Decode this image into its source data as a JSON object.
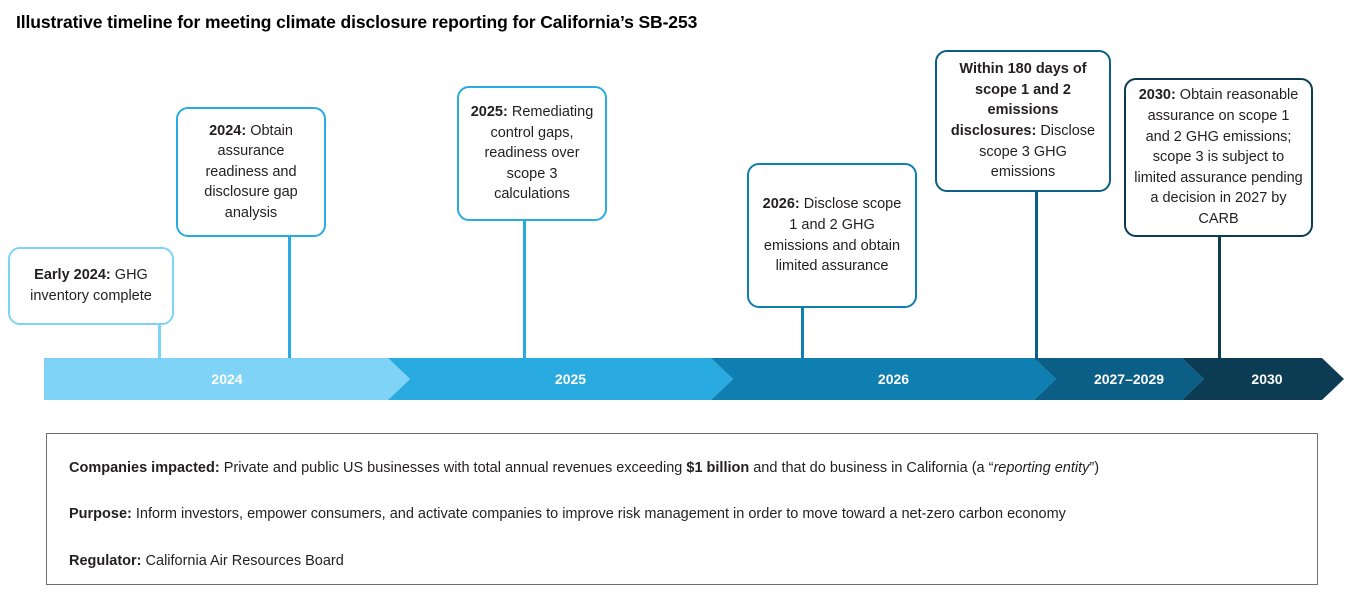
{
  "title": "Illustrative timeline for meeting climate disclosure reporting for California’s SB-253",
  "colors": {
    "light_blue": "#7ED3F7",
    "sky_blue": "#29ABE2",
    "mid_blue": "#0E7FB0",
    "deep_blue": "#0B5E86",
    "navy": "#0B3C53",
    "panel_border": "#6d6e71"
  },
  "callouts": [
    {
      "name": "early-2024",
      "lead": "Early 2024:",
      "text": " GHG inventory complete",
      "border": "#7ED3F7"
    },
    {
      "name": "2024",
      "lead": "2024:",
      "text": " Obtain assurance readiness and disclosure gap analysis",
      "border": "#29ABE2"
    },
    {
      "name": "2025",
      "lead": "2025:",
      "text": " Remediating control gaps, readiness over scope 3 calculations",
      "border": "#29ABE2"
    },
    {
      "name": "2026",
      "lead": "2026:",
      "text": " Disclose scope 1 and 2 GHG emissions and obtain limited assurance",
      "border": "#0E7FB0"
    },
    {
      "name": "within-180-days",
      "lead": "Within 180 days of scope 1 and 2 emissions disclosures:",
      "text": " Disclose scope 3 GHG emissions",
      "border": "#0B5E86"
    },
    {
      "name": "2030",
      "lead": "2030:",
      "text": " Obtain reasonable assurance on scope 1 and 2 GHG emissions; scope 3 is subject to limited assurance pending a decision in 2027 by CARB",
      "border": "#0B3C53"
    }
  ],
  "timeline": {
    "segments": [
      {
        "label": "2024",
        "color": "#7ED3F7"
      },
      {
        "label": "2025",
        "color": "#29ABE2"
      },
      {
        "label": "2026",
        "color": "#0E7FB0"
      },
      {
        "label": "2027–2029",
        "color": "#0B5E86"
      },
      {
        "label": "2030",
        "color": "#0B3C53"
      }
    ]
  },
  "info": {
    "companies_label": "Companies impacted:",
    "companies_text_1": " Private and public US businesses with total annual revenues exceeding ",
    "companies_amount": "$1 billion",
    "companies_text_2": " and that do business in California (a “",
    "companies_italic": "reporting entity",
    "companies_text_3": "”)",
    "purpose_label": "Purpose:",
    "purpose_text": " Inform investors, empower consumers, and activate companies to improve risk management in order to move toward a net-zero carbon economy",
    "regulator_label": "Regulator:",
    "regulator_text": " California Air Resources Board"
  }
}
